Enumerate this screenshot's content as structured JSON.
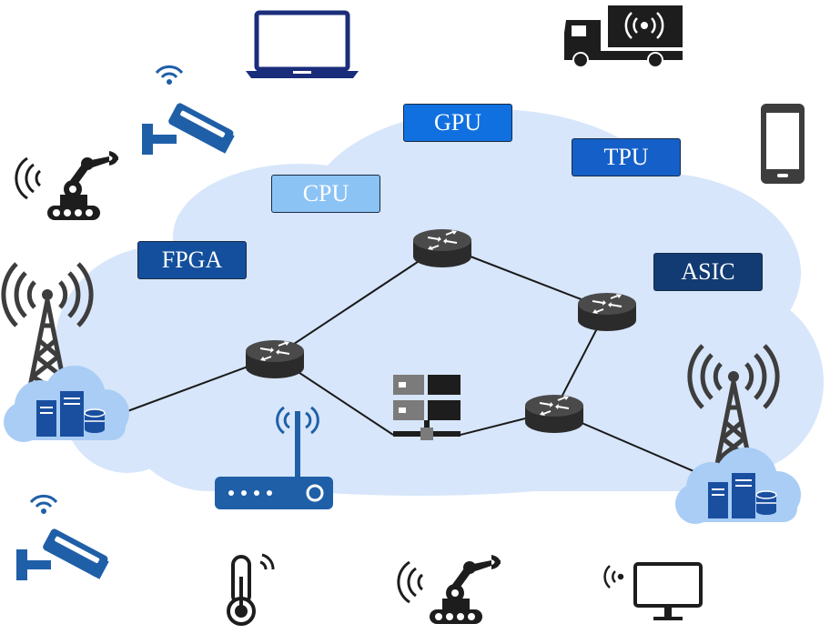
{
  "labels": {
    "gpu": "GPU",
    "tpu": "TPU",
    "cpu": "CPU",
    "fpga": "FPGA",
    "asic": "ASIC"
  },
  "colors": {
    "cloud": "#d7e6fa",
    "gpu": "#1070e0",
    "tpu": "#1560c8",
    "cpu": "#8cc3f5",
    "fpga": "#134f9c",
    "asic": "#123b73",
    "icon_blue": "#1f5fa8",
    "icon_dark": "#222222",
    "icon_gray": "#3d3d3d",
    "edge_cloud": "#a9cdf5",
    "server_blue": "#1a4fa0"
  },
  "icons": [
    "laptop-icon",
    "truck-wifi-icon",
    "security-camera-icon",
    "robot-arm-icon",
    "smartphone-icon",
    "cell-tower-icon",
    "edge-cloud-server-icon",
    "router-icon",
    "server-rack-icon",
    "wifi-router-icon",
    "thermometer-icon",
    "monitor-icon"
  ]
}
